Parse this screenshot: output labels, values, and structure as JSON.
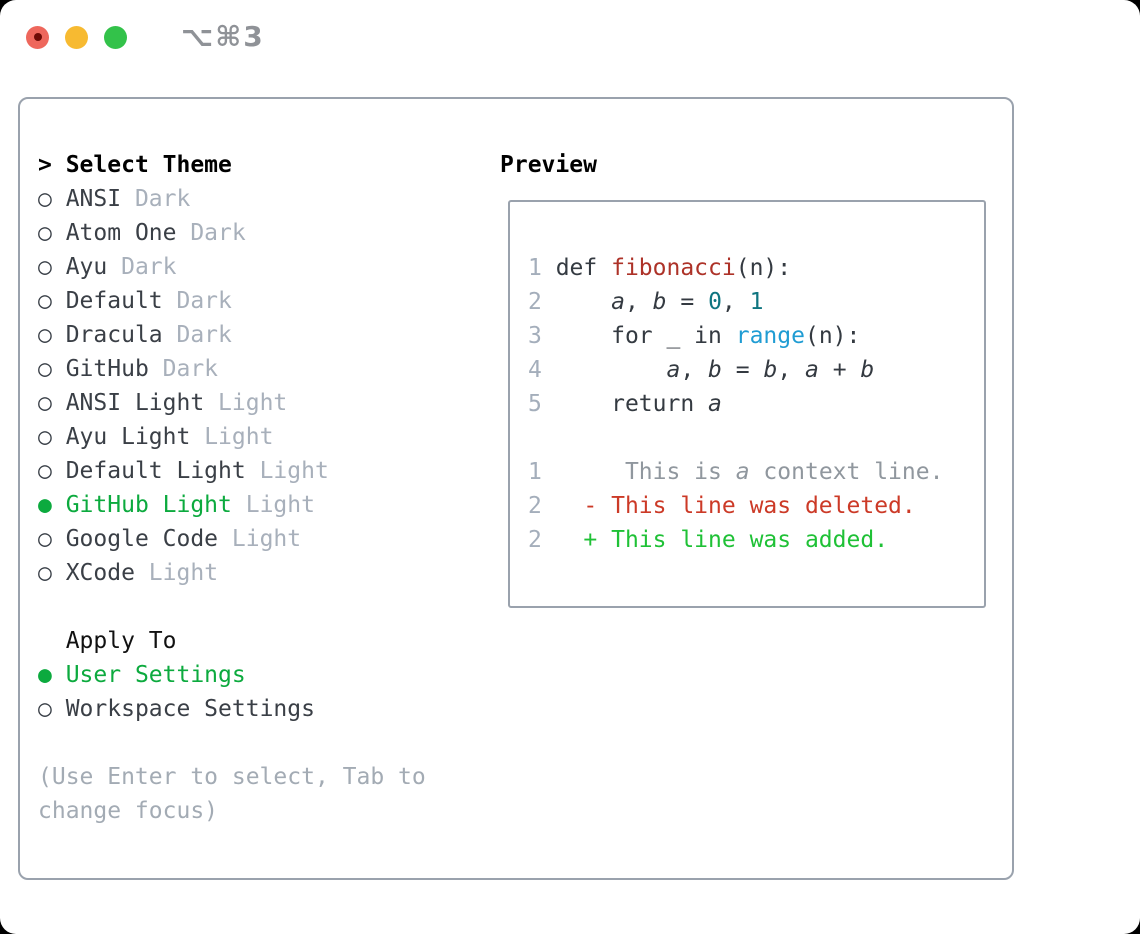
{
  "window": {
    "shortcut_label": "⌥⌘3",
    "traffic_light_colors": {
      "close": "#ee675c",
      "minimize": "#f7ba31",
      "zoom": "#33c24a"
    }
  },
  "theme_picker": {
    "prompt": ">",
    "title": " Select Theme",
    "themes": [
      {
        "radio": "○",
        "name": " ANSI",
        "tag": " Dark",
        "selected": false
      },
      {
        "radio": "○",
        "name": " Atom One",
        "tag": " Dark",
        "selected": false
      },
      {
        "radio": "○",
        "name": " Ayu",
        "tag": " Dark",
        "selected": false
      },
      {
        "radio": "○",
        "name": " Default",
        "tag": " Dark",
        "selected": false
      },
      {
        "radio": "○",
        "name": " Dracula",
        "tag": " Dark",
        "selected": false
      },
      {
        "radio": "○",
        "name": " GitHub",
        "tag": " Dark",
        "selected": false
      },
      {
        "radio": "○",
        "name": " ANSI Light",
        "tag": " Light",
        "selected": false
      },
      {
        "radio": "○",
        "name": " Ayu Light",
        "tag": " Light",
        "selected": false
      },
      {
        "radio": "○",
        "name": " Default Light",
        "tag": " Light",
        "selected": false
      },
      {
        "radio": "●",
        "name": " GitHub Light",
        "tag": " Light",
        "selected": true
      },
      {
        "radio": "○",
        "name": " Google Code",
        "tag": " Light",
        "selected": false
      },
      {
        "radio": "○",
        "name": " XCode",
        "tag": " Light",
        "selected": false
      }
    ],
    "apply_to": {
      "title": "  Apply To",
      "options": [
        {
          "radio": "●",
          "name": " User Settings",
          "selected": true
        },
        {
          "radio": "○",
          "name": " Workspace Settings",
          "selected": false
        }
      ]
    },
    "hint_line1": "(Use Enter to select, Tab to",
    "hint_line2": "change focus)",
    "selected_color": "#0caa3e"
  },
  "preview": {
    "title": "Preview",
    "code": [
      {
        "num": "1 ",
        "s0": "def ",
        "s1": "fibonacci",
        "s2": "(n):"
      },
      {
        "num": "2 ",
        "s0": "    ",
        "s1": "a",
        "s2": ", ",
        "s3": "b",
        "s4": " = ",
        "s5": "0",
        "s6": ", ",
        "s7": "1"
      },
      {
        "num": "3 ",
        "s0": "    for _ in ",
        "s1": "range",
        "s2": "(n):"
      },
      {
        "num": "4 ",
        "s0": "        ",
        "s1": "a",
        "s2": ", ",
        "s3": "b",
        "s4": " = ",
        "s5": "b",
        "s6": ", ",
        "s7": "a",
        "s8": " + ",
        "s9": "b"
      },
      {
        "num": "5 ",
        "s0": "    return ",
        "s1": "a"
      }
    ],
    "diff": [
      {
        "num": "1 ",
        "s0": "     This is ",
        "s1": "a",
        "s2": " context line."
      },
      {
        "num": "2 ",
        "s0": "  - This line was deleted."
      },
      {
        "num": "2 ",
        "s0": "  + This line was added."
      }
    ],
    "syntax_colors": {
      "function": "#ad3228",
      "number": "#0f7580",
      "builtin": "#1f9cd3",
      "context": "#90979e",
      "deleted": "#cc3a27",
      "added": "#1fc136",
      "line_number": "#a4aebb"
    }
  }
}
